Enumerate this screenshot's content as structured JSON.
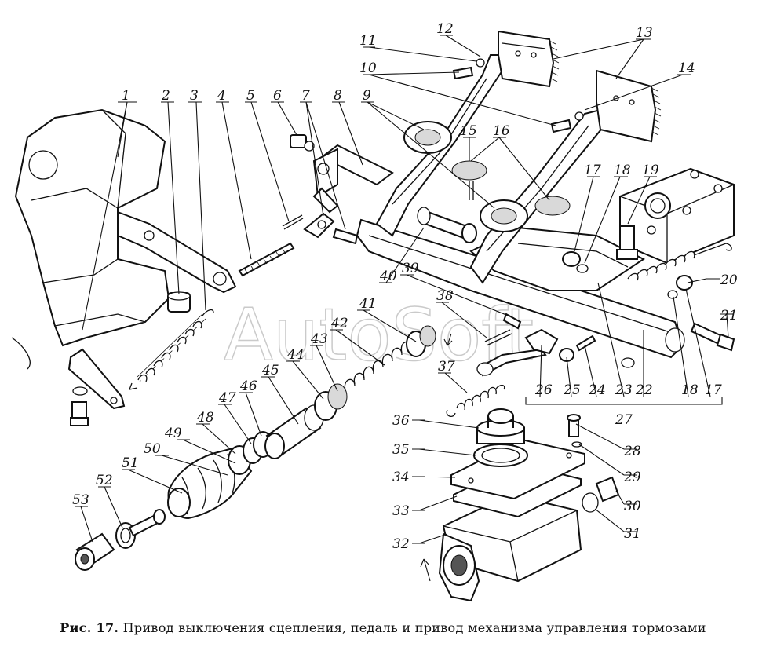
{
  "caption": {
    "figure_label": "Рис. 17.",
    "text": "Привод выключения сцепления, педаль и привод механизма управления тормозами"
  },
  "watermark": "AutoSoft",
  "callouts": [
    "1",
    "2",
    "3",
    "4",
    "5",
    "6",
    "7",
    "8",
    "9",
    "10",
    "11",
    "12",
    "13",
    "14",
    "15",
    "16",
    "17",
    "18",
    "19",
    "20",
    "21",
    "22",
    "23",
    "24",
    "25",
    "26",
    "27",
    "28",
    "29",
    "30",
    "31",
    "32",
    "33",
    "34",
    "35",
    "36",
    "37",
    "38",
    "39",
    "40",
    "41",
    "42",
    "43",
    "44",
    "45",
    "46",
    "47",
    "48",
    "49",
    "50",
    "51",
    "52",
    "53",
    "18",
    "17"
  ]
}
